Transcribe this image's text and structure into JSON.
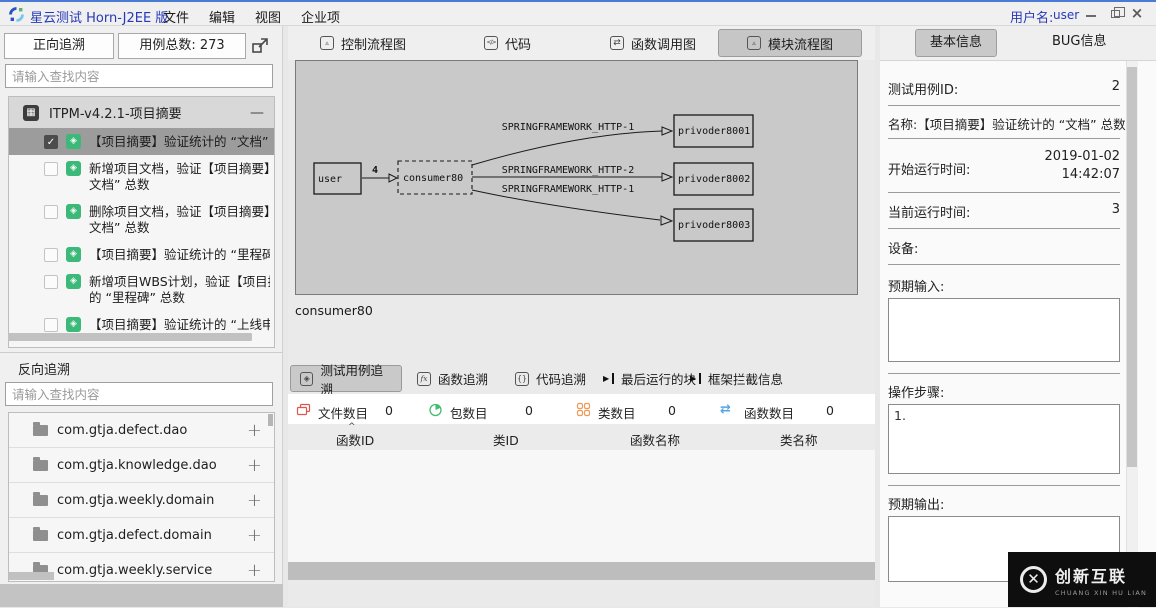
{
  "titlebar": {
    "title": "星云测试 Horn-J2EE 版",
    "menus": [
      "文件",
      "编辑",
      "视图",
      "企业项"
    ],
    "user_label": "用户名:",
    "user_value": "user"
  },
  "left": {
    "forward_button": "正向追溯",
    "case_total": "用例总数: 273",
    "search_placeholder": "请输入查找内容",
    "tree": {
      "header": "ITPM-v4.2.1-项目摘要",
      "cases": [
        {
          "checked": true,
          "selected": true,
          "line1": "【项目摘要】验证统计的 “文档” 总",
          "line2": ""
        },
        {
          "checked": false,
          "selected": false,
          "line1": "新增项目文档，验证【项目摘要】统",
          "line2": "文档” 总数"
        },
        {
          "checked": false,
          "selected": false,
          "line1": "删除项目文档，验证【项目摘要】统",
          "line2": "文档” 总数"
        },
        {
          "checked": false,
          "selected": false,
          "line1": "【项目摘要】验证统计的 “里程碑”",
          "line2": ""
        },
        {
          "checked": false,
          "selected": false,
          "line1": "新增项目WBS计划，验证【项目摘",
          "line2": "的 “里程碑” 总数"
        },
        {
          "checked": false,
          "selected": false,
          "line1": "【项目摘要】验证统计的 “上线申请",
          "line2": ""
        }
      ]
    },
    "reverse_label": "反向追溯",
    "reverse_search_placeholder": "请输入查找内容",
    "packages": [
      "com.gtja.defect.dao",
      "com.gtja.knowledge.dao",
      "com.gtja.weekly.domain",
      "com.gtja.defect.domain",
      "com.gtja.weekly.service"
    ]
  },
  "center": {
    "view_tabs": [
      {
        "label": "控制流程图",
        "active": false
      },
      {
        "label": "代码",
        "active": false
      },
      {
        "label": "函数调用图",
        "active": false
      },
      {
        "label": "模块流程图",
        "active": true
      }
    ],
    "diagram": {
      "nodes": [
        {
          "id": "user",
          "label": "user"
        },
        {
          "id": "consumer80",
          "label": "consumer80",
          "dashed": true
        },
        {
          "id": "privoder8001",
          "label": "privoder8001"
        },
        {
          "id": "privoder8002",
          "label": "privoder8002"
        },
        {
          "id": "privoder8003",
          "label": "privoder8003"
        }
      ],
      "edges": [
        {
          "from": "user",
          "to": "consumer80",
          "label": "4"
        },
        {
          "from": "consumer80",
          "to": "privoder8001",
          "label": "SPRINGFRAMEWORK_HTTP-1"
        },
        {
          "from": "consumer80",
          "to": "privoder8002",
          "label": "SPRINGFRAMEWORK_HTTP-2"
        },
        {
          "from": "consumer80",
          "to": "privoder8003",
          "label": "SPRINGFRAMEWORK_HTTP-1"
        }
      ],
      "caption": "consumer80"
    },
    "trace_tabs": [
      {
        "label": "测试用例追溯",
        "active": true
      },
      {
        "label": "函数追溯",
        "active": false
      },
      {
        "label": "代码追溯",
        "active": false
      },
      {
        "label": "最后运行的块",
        "active": false
      },
      {
        "label": "框架拦截信息",
        "active": false
      }
    ],
    "stats": [
      {
        "label": "文件数目",
        "value": "0"
      },
      {
        "label": "包数目",
        "value": "0"
      },
      {
        "label": "类数目",
        "value": "0"
      },
      {
        "label": "函数数目",
        "value": "0"
      }
    ],
    "table_headers": [
      "函数ID",
      "类ID",
      "函数名称",
      "类名称"
    ]
  },
  "right": {
    "tabs": [
      {
        "label": "基本信息",
        "active": true
      },
      {
        "label": "BUG信息",
        "active": false
      }
    ],
    "fields": {
      "case_id_label": "测试用例ID:",
      "case_id_value": "2",
      "name_label": "名称:",
      "name_value": "【项目摘要】验证统计的 “文档” 总数",
      "start_time_label": "开始运行时间:",
      "start_time_line1": "2019-01-02",
      "start_time_line2": "14:42:07",
      "current_time_label": "当前运行时间:",
      "current_time_value": "3",
      "device_label": "设备:",
      "expected_input_label": "预期输入:",
      "expected_input_value": "",
      "steps_label": "操作步骤:",
      "steps_value": "1.",
      "expected_output_label": "预期输出:",
      "expected_output_value": ""
    }
  },
  "watermark": {
    "name": "创新互联",
    "sub": "CHUANG XIN HU LIAN"
  },
  "glyphs": {
    "check": "✓",
    "diamond": "◈",
    "plus": "+",
    "minus": "—",
    "caret": "^",
    "close_x": "×",
    "triangle": "▵",
    "code": "</>",
    "swap": "⇄",
    "fx": "fx",
    "braces": "{}",
    "play": "▶",
    "logo_x": "✕",
    "grid": "▦"
  },
  "colors": {
    "accent_blue": "#2639b8",
    "case_green": "#3cb878",
    "selected_gray": "#9c9c9c",
    "stat_red": "#e0564f",
    "stat_green": "#42bd6f",
    "stat_orange": "#ef9a57",
    "stat_blue": "#53a6e8",
    "canvas_gray": "#c9c9c9",
    "watermark_bg": "#0e0e0e"
  }
}
